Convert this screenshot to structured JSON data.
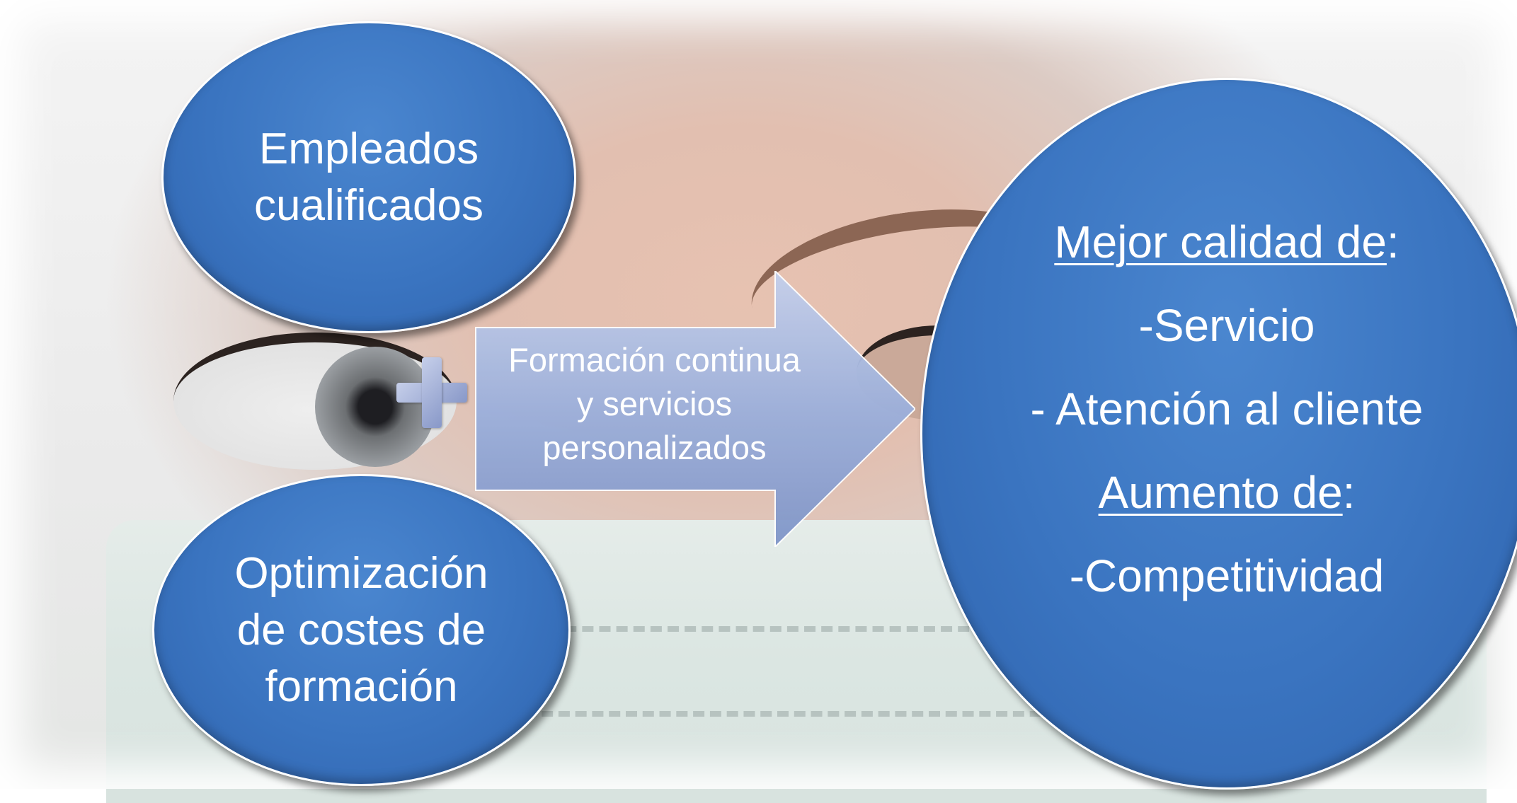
{
  "diagram": {
    "left_top_bubble": [
      "Empleados",
      "cualificados"
    ],
    "left_bottom_bubble": [
      "Optimización",
      "de costes de",
      "formación"
    ],
    "plus_icon": "plus-icon",
    "arrow_text": [
      "Formación continua",
      "y servicios",
      "personalizados"
    ],
    "result_bubble": {
      "heading1": "Mejor calidad de",
      "heading1_suffix": ":",
      "item1": "-Servicio",
      "item2": "- Atención al cliente",
      "heading2": "Aumento de",
      "heading2_suffix": ":",
      "item3": "-Competitividad"
    }
  },
  "colors": {
    "bubble_blue": "#3a74c0",
    "arrow_blue": "#8fa4d4",
    "text": "#ffffff"
  }
}
